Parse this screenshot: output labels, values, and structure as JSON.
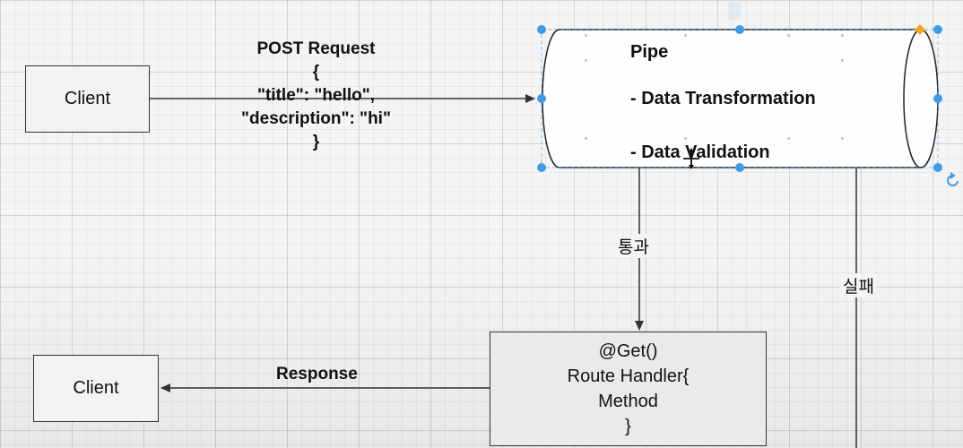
{
  "nodes": {
    "client_top": {
      "label": "Client"
    },
    "client_bottom": {
      "label": "Client"
    },
    "pipe": {
      "title": "Pipe",
      "items": [
        "- Data Transformation",
        "- Data Validation"
      ]
    },
    "route_handler": {
      "lines": [
        "@Get()",
        "Route Handler{",
        "Method",
        "}"
      ]
    }
  },
  "edges": {
    "request": {
      "lines": [
        "POST Request",
        "{",
        "\"title\": \"hello\",",
        "\"description\": \"hi\"",
        "}"
      ]
    },
    "pass": {
      "label": "통과"
    },
    "fail": {
      "label": "실패"
    },
    "response": {
      "label": "Response"
    }
  },
  "colors": {
    "selection_handle": "#3b9dea",
    "rotate_handle": "#f5a623",
    "line": "#333333",
    "grid": "#dddddd"
  },
  "icons": [
    "move-cursor-icon",
    "rotate-icon"
  ]
}
